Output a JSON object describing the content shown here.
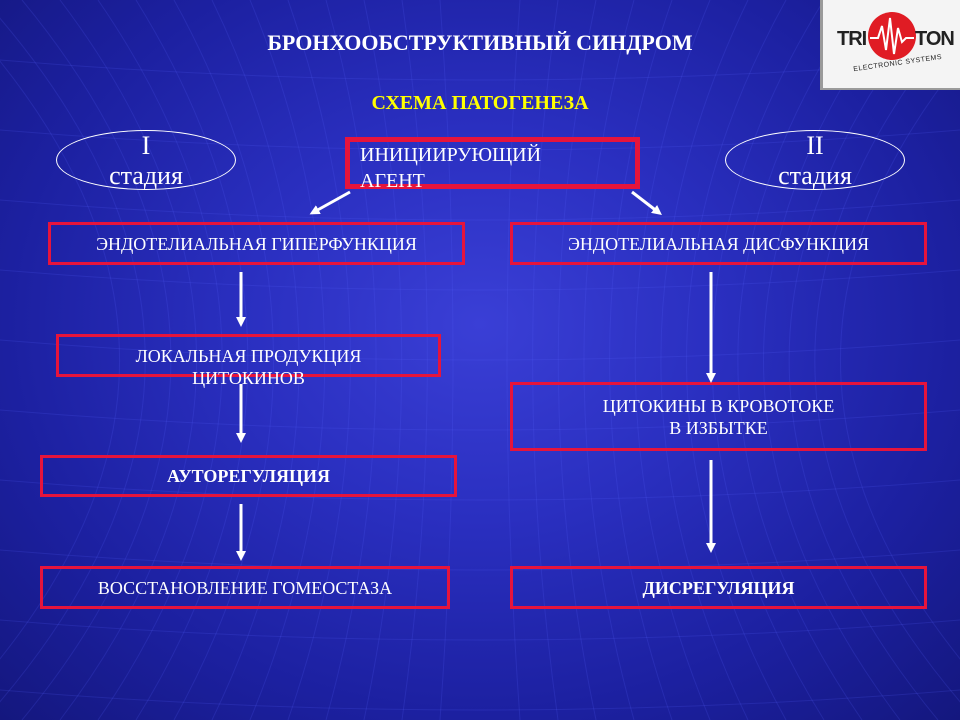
{
  "title": "БРОНХООБСТРУКТИВНЫЙ СИНДРОМ",
  "subtitle": "СХЕМА ПАТОГЕНЕЗА",
  "logo": {
    "left_text": "TRI",
    "right_text": "TON",
    "sub_text": "ELECTRONIC SYSTEMS",
    "color": "#e01c24"
  },
  "stage_left": {
    "numeral": "I",
    "word": "стадия"
  },
  "stage_right": {
    "numeral": "II",
    "word": "стадия"
  },
  "initiating_agent": {
    "line1": "ИНИЦИИРУЮЩИЙ",
    "line2": "АГЕНТ"
  },
  "left_column": {
    "box1": "ЭНДОТЕЛИАЛЬНАЯ ГИПЕРФУНКЦИЯ",
    "box2_line1": "ЛОКАЛЬНАЯ ПРОДУКЦИЯ",
    "box2_line2": "ЦИТОКИНОВ",
    "box3": "АУТОРЕГУЛЯЦИЯ",
    "box4": "ВОССТАНОВЛЕНИЕ ГОМЕОСТАЗА"
  },
  "right_column": {
    "box1": "ЭНДОТЕЛИАЛЬНАЯ ДИСФУНКЦИЯ",
    "box2_line1": "ЦИТОКИНЫ В КРОВОТОКЕ",
    "box2_line2": "В ИЗБЫТКЕ",
    "box3": "ДИСРЕГУЛЯЦИЯ"
  },
  "colors": {
    "box_border": "#e6143c",
    "title": "#ffffff",
    "subtitle": "#ffff00",
    "background": "#2a2fc0"
  }
}
